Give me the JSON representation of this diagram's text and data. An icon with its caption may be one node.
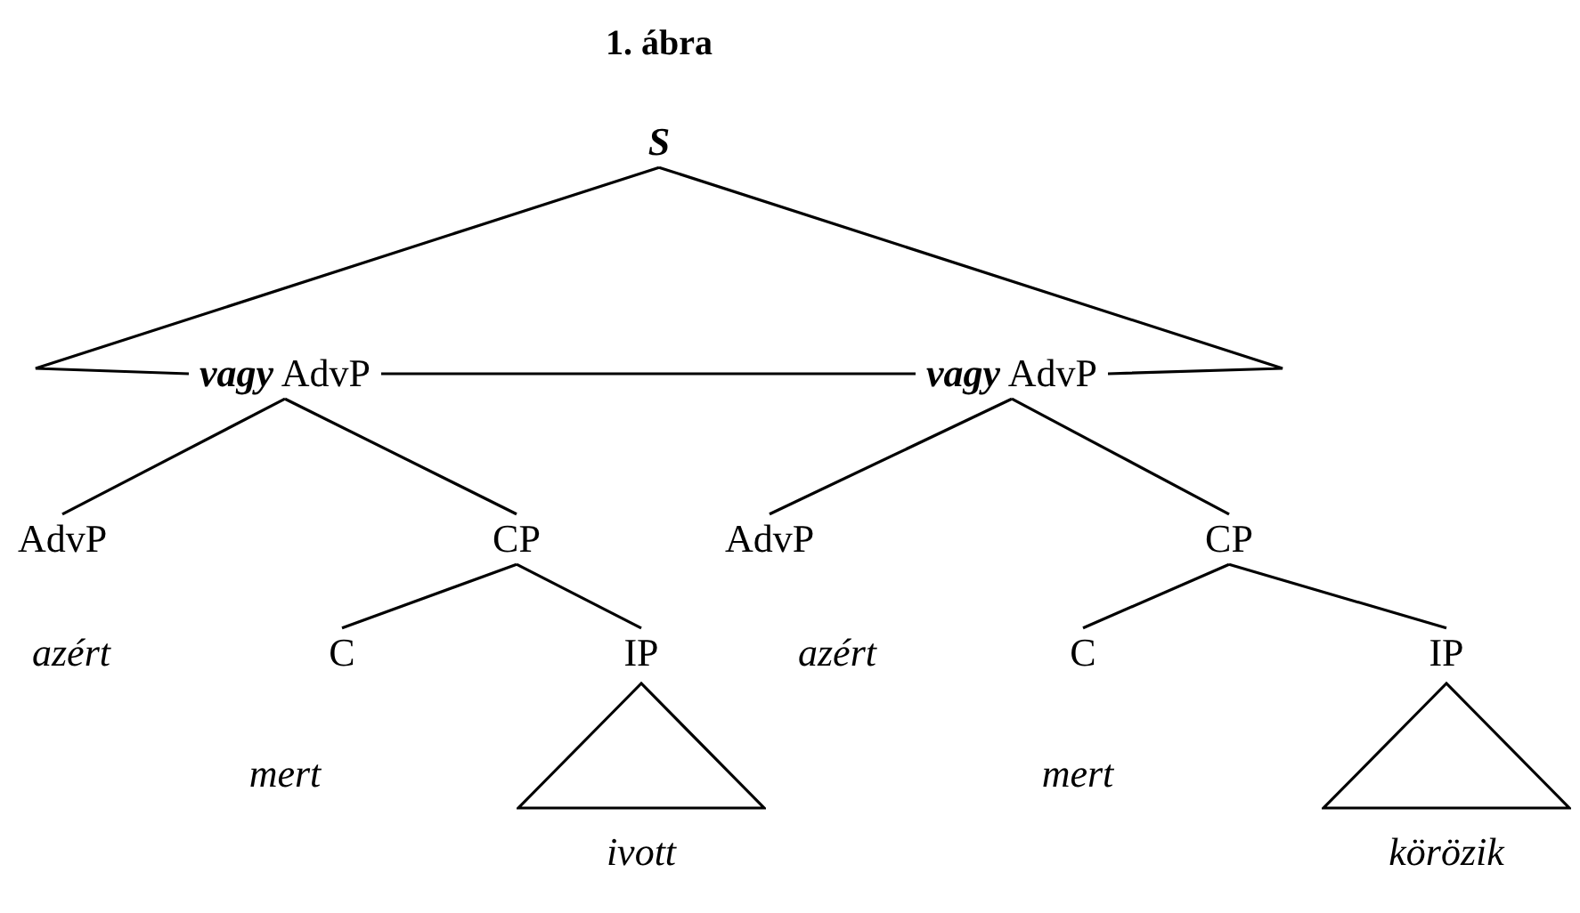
{
  "diagram": {
    "title": "1. ábra",
    "nodes": [
      {
        "text": [
          "S"
        ]
      },
      {
        "text": [
          "**vagy** AdvP"
        ]
      },
      {
        "text": [
          "**vagy** AdvP"
        ]
      },
      {
        "text": [
          "AdvP"
        ]
      },
      {
        "text": [
          "CP"
        ]
      },
      {
        "text": [
          "C"
        ]
      },
      {
        "text": [
          "IP"
        ]
      },
      {
        "text": [
          "ivott"
        ]
      },
      {
        "text": [
          "AdvP"
        ]
      },
      {
        "text": [
          "CP"
        ]
      },
      {
        "text": [
          "C"
        ]
      },
      {
        "text": [
          "IP"
        ]
      },
      {
        "text": [
          "körözik"
        ]
      }
    ],
    "edges": [
      {
        "from": 0,
        "to": 1,
        "arrow": "none"
      },
      {
        "from": 0,
        "to": 2,
        "arrow": "none"
      },
      {
        "from": 1,
        "to": 2,
        "arrow": "none"
      },
      {
        "from": 1,
        "to": 3,
        "arrow": "none"
      },
      {
        "from": 1,
        "to": 4,
        "arrow": "none"
      },
      {
        "from": 4,
        "to": 5,
        "arrow": "none"
      },
      {
        "from": 4,
        "to": 6,
        "arrow": "none"
      },
      {
        "from": 2,
        "to": 8,
        "arrow": "none"
      },
      {
        "from": 2,
        "to": 9,
        "arrow": "none"
      },
      {
        "from": 9,
        "to": 10,
        "arrow": "none"
      },
      {
        "from": 9,
        "to": 11,
        "arrow": "none"
      }
    ],
    "labels": [
      "azért",
      "azért",
      "mert",
      "mert"
    ]
  }
}
